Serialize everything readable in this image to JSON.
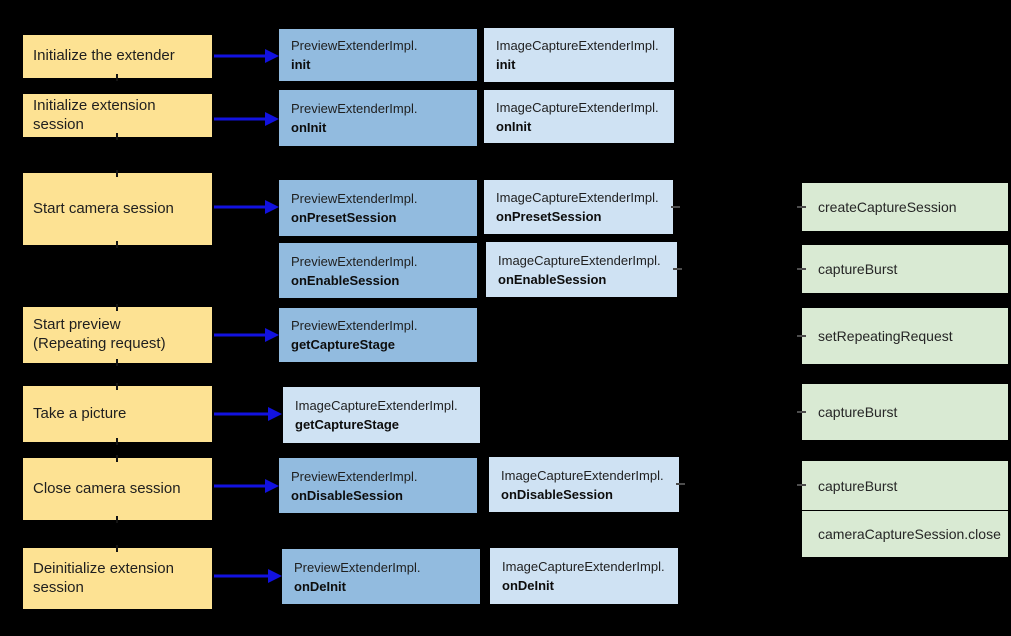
{
  "colors": {
    "background": "#000000",
    "step_fill": "#FDE293",
    "preview_fill": "#92BBDF",
    "image_fill": "#CFE2F3",
    "camera2_fill": "#D9EAD3",
    "arrow": "#1212E0"
  },
  "steps": {
    "initialize_extender": "Initialize the extender",
    "initialize_extension_session": "Initialize extension\nsession",
    "start_camera_session": "Start camera session",
    "start_preview": "Start preview\n(Repeating request)",
    "take_picture": "Take a picture",
    "close_camera_session": "Close camera session",
    "deinitialize_extension_session": "Deinitialize extension\nsession"
  },
  "classes": {
    "preview": "PreviewExtenderImpl.",
    "image_capture": "ImageCaptureExtenderImpl."
  },
  "methods": {
    "init": "init",
    "on_init": "onInit",
    "on_preset_session": "onPresetSession",
    "on_enable_session": "onEnableSession",
    "get_capture_stage": "getCaptureStage",
    "on_disable_session": "onDisableSession",
    "on_de_init": "onDeInit"
  },
  "camera2_calls": {
    "create_capture_session": "createCaptureSession",
    "capture_burst": "captureBurst",
    "set_repeating_request": "setRepeatingRequest",
    "camera_capture_session_close": "cameraCaptureSession.close"
  }
}
